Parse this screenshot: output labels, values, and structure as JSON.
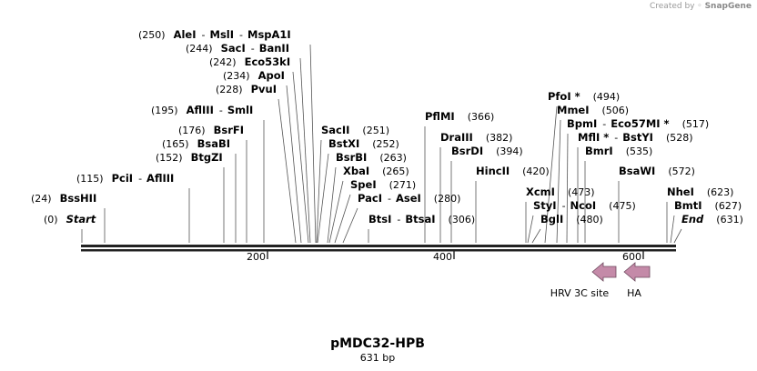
{
  "credit": {
    "prefix": "Created by",
    "brand": "SnapGene"
  },
  "map": {
    "title": "pMDC32-HPB",
    "length_label": "631 bp",
    "ticks": [
      "200",
      "400",
      "600"
    ],
    "sites": [
      {
        "id": "s0",
        "pos": "(0)",
        "name": "Start",
        "italic": true
      },
      {
        "id": "s24",
        "pos": "(24)",
        "name": "BssHII"
      },
      {
        "id": "s115",
        "pos": "(115)",
        "name": "PciI",
        "name2": "AflIII"
      },
      {
        "id": "s152",
        "pos": "(152)",
        "name": "BtgZI"
      },
      {
        "id": "s165",
        "pos": "(165)",
        "name": "BsaBI"
      },
      {
        "id": "s176",
        "pos": "(176)",
        "name": "BsrFI"
      },
      {
        "id": "s195",
        "pos": "(195)",
        "name": "AflIII",
        "name2": "SmlI"
      },
      {
        "id": "s228",
        "pos": "(228)",
        "name": "PvuI"
      },
      {
        "id": "s234",
        "pos": "(234)",
        "name": "ApoI"
      },
      {
        "id": "s242",
        "pos": "(242)",
        "name": "Eco53kI"
      },
      {
        "id": "s244",
        "pos": "(244)",
        "name": "SacI",
        "name2": "BanII"
      },
      {
        "id": "s250",
        "pos": "(250)",
        "name": "AleI",
        "name2": "MslI",
        "name3": "MspA1I"
      },
      {
        "id": "s251",
        "pos": "(251)",
        "name": "SacII"
      },
      {
        "id": "s252",
        "pos": "(252)",
        "name": "BstXI"
      },
      {
        "id": "s263",
        "pos": "(263)",
        "name": "BsrBI"
      },
      {
        "id": "s265",
        "pos": "(265)",
        "name": "XbaI"
      },
      {
        "id": "s271",
        "pos": "(271)",
        "name": "SpeI"
      },
      {
        "id": "s280",
        "pos": "(280)",
        "name": "PacI",
        "name2": "AseI"
      },
      {
        "id": "s306",
        "pos": "(306)",
        "name": "BtsI",
        "name2": "BtsaI"
      },
      {
        "id": "s366",
        "pos": "(366)",
        "name": "PflMI"
      },
      {
        "id": "s382",
        "pos": "(382)",
        "name": "DraIII"
      },
      {
        "id": "s394",
        "pos": "(394)",
        "name": "BsrDI"
      },
      {
        "id": "s420",
        "pos": "(420)",
        "name": "HincII"
      },
      {
        "id": "s473",
        "pos": "(473)",
        "name": "XcmI"
      },
      {
        "id": "s475",
        "pos": "(475)",
        "name": "StyI",
        "name2": "NcoI"
      },
      {
        "id": "s480",
        "pos": "(480)",
        "name": "BglI"
      },
      {
        "id": "s494",
        "pos": "(494)",
        "name": "PfoI *"
      },
      {
        "id": "s506",
        "pos": "(506)",
        "name": "MmeI"
      },
      {
        "id": "s517",
        "pos": "(517)",
        "name": "BpmI",
        "name2": "Eco57MI *"
      },
      {
        "id": "s528",
        "pos": "(528)",
        "name": "MflI *",
        "name2": "BstYI"
      },
      {
        "id": "s535",
        "pos": "(535)",
        "name": "BmrI"
      },
      {
        "id": "s572",
        "pos": "(572)",
        "name": "BsaWI"
      },
      {
        "id": "s623",
        "pos": "(623)",
        "name": "NheI"
      },
      {
        "id": "s627",
        "pos": "(627)",
        "name": "BmtI"
      },
      {
        "id": "s631",
        "pos": "(631)",
        "name": "End",
        "italic": true
      }
    ],
    "features": [
      {
        "id": "hrv",
        "label": "HRV 3C site",
        "color": "#c48aa8",
        "direction": "reverse"
      },
      {
        "id": "ha",
        "label": "HA",
        "color": "#c48aa8",
        "direction": "reverse"
      }
    ]
  }
}
